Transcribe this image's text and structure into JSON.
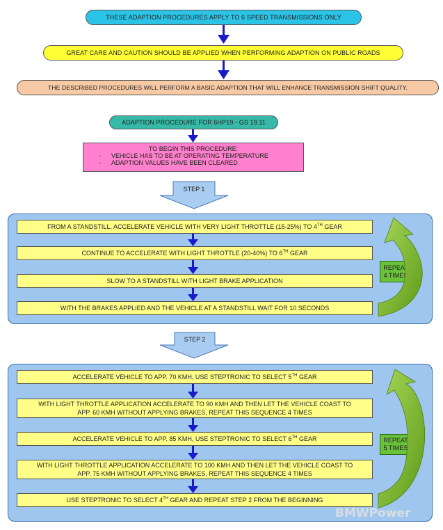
{
  "top": {
    "banner1": "THESE ADAPTION PROCEDURES APPLY TO 6 SPEED TRANSMISSIONS ONLY",
    "banner2": "GREAT CARE AND CAUTION SHOULD BE APPLIED WHEN PERFORMING ADAPTION ON PUBLIC ROADS",
    "banner3": "THE DESCRIBED PROCEDURES WILL PERFORM A BASIC ADAPTION THAT WILL ENHANCE TRANSMISSION SHIFT QUALITY."
  },
  "procedure": {
    "title": "ADAPTION PROCEDURE FOR 6HP19 - GS 19.11",
    "begin_heading": "TO BEGIN THIS PROCEDURE:",
    "begin_items": [
      "VEHICLE HAS TO BE AT OPERATING TEMPERATURE",
      "ADAPTION VALUES HAVE BEEN CLEARED"
    ],
    "bullet": "-"
  },
  "step1": {
    "label": "STEP 1",
    "repeat_line1": "REPEAT",
    "repeat_line2": "4 TIMES",
    "items": [
      {
        "pre": "FROM A STANDSTILL, ACCELERATE VEHICLE WITH VERY LIGHT THROTTLE (15-25%) TO 4",
        "sup": "TH",
        "post": " GEAR"
      },
      {
        "pre": "CONTINUE TO ACCELERATE WITH LIGHT THROTTLE (20-40%) TO 6",
        "sup": "TH",
        "post": " GEAR"
      },
      {
        "pre": "SLOW TO A STANDSTILL WITH LIGHT BRAKE APPLICATION",
        "sup": "",
        "post": ""
      },
      {
        "pre": "WITH THE BRAKES APPLIED AND THE VEHICLE AT A STANDSTILL WAIT FOR 10 SECONDS",
        "sup": "",
        "post": ""
      }
    ]
  },
  "step2": {
    "label": "STEP 2",
    "repeat_line1": "REPEAT",
    "repeat_line2": "5 TIMES",
    "items": [
      {
        "pre": "ACCELERATE VEHICLE TO APP. 70 KMH, USE STEPTRONIC TO SELECT 5",
        "sup": "TH",
        "post": " GEAR"
      },
      {
        "line1": "WITH LIGHT THROTTLE APPLICATION ACCELERATE TO 90 KMH AND THEN LET THE VEHICLE COAST TO",
        "line2": "APP. 60 KMH WITHOUT APPLYING BRAKES, REPEAT THIS SEQUENCE 4 TIMES"
      },
      {
        "pre": "ACCELERATE VEHICLE TO APP. 85 KMH, USE STEPTRONIC TO SELECT 6",
        "sup": "TH",
        "post": " GEAR"
      },
      {
        "line1": "WITH LIGHT THROTTLE APPLICATION ACCELERATE TO 100 KMH AND THEN LET THE VEHICLE COAST TO",
        "line2": "APP. 75 KMH WITHOUT APPLYING BRAKES, REPEAT THIS SEQUENCE 4 TIMES"
      },
      {
        "pre": "USE STEPTRONIC TO SELECT 4",
        "sup": "TH",
        "post": " GEAR AND REPEAT STEP 2 FROM THE BEGINNING"
      }
    ]
  },
  "watermark": "BMWPower",
  "colors": {
    "cyan": "#2bc4e6",
    "yellow": "#ffff33",
    "salmon": "#f7c9a4",
    "teal": "#36b9a6",
    "pink": "#ff80cc",
    "panel": "#9ec6ee",
    "box": "#ffff88",
    "repeat": "#6ac13a",
    "arrow_blue": "#1a1acc",
    "step_arrow": "#a9cdf0",
    "loop_arrow": "#6ba51f"
  },
  "icons": [
    "down-arrow-icon",
    "step-arrow-icon",
    "loop-arrow-icon"
  ]
}
